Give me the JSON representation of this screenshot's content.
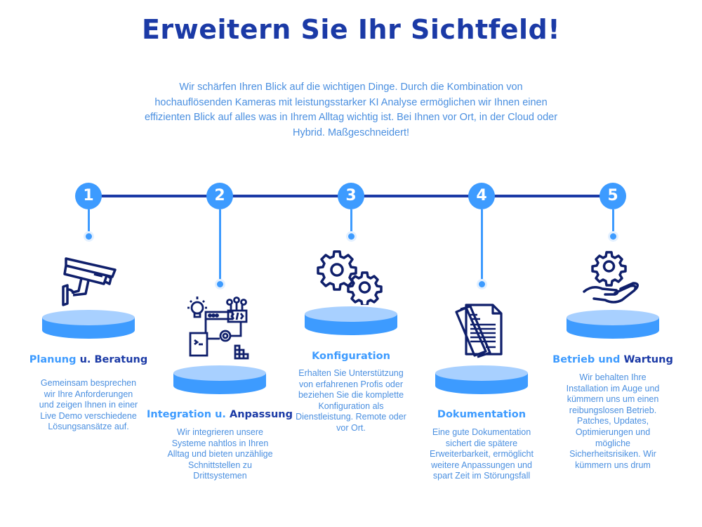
{
  "title": "Erweitern Sie Ihr Sichtfeld!",
  "intro": "Wir schärfen Ihren Blick auf die wichtigen Dinge. Durch die Kombination von hochauflösenden Kameras mit leistungsstarker KI Analyse ermöglichen wir Ihnen einen effizienten Blick auf alles was in Ihrem Alltag wichtig ist. Bei Ihnen vor Ort, in der Cloud oder Hybrid. Maßgeschneidert!",
  "colors": {
    "navy": "#1b3aa6",
    "accent": "#3d9bff",
    "text": "#4a8fe0",
    "icon": "#0f1f6b"
  },
  "steps": [
    {
      "number": "1",
      "icon": "security-camera-icon",
      "head_light": "Planung",
      "head_dark": "u. Beratung",
      "desc": "Gemeinsam besprechen wir Ihre Anforderungen und zeigen Ihnen in einer Live Demo verschiedene Lösungsansätze auf."
    },
    {
      "number": "2",
      "icon": "integration-icon",
      "head_light": "Integration u.",
      "head_dark": "Anpassung",
      "desc": "Wir integrieren unsere Systeme nahtlos in Ihren Alltag und bieten unzählige Schnittstellen zu Drittsystemen"
    },
    {
      "number": "3",
      "icon": "gears-icon",
      "head_light": "Konfiguration",
      "head_dark": "",
      "desc": "Erhalten Sie Unterstützung von erfahrenen Profis oder beziehen Sie die komplette Konfiguration als Dienstleistung. Remote oder vor Ort."
    },
    {
      "number": "4",
      "icon": "documents-icon",
      "head_light": "Dokumentation",
      "head_dark": "",
      "desc": "Eine gute Dokumentation sichert die spätere Erweiterbarkeit, ermöglicht weitere Anpassungen und spart Zeit im Störungsfall"
    },
    {
      "number": "5",
      "icon": "hand-gear-icon",
      "head_light": "Betrieb und",
      "head_dark": "Wartung",
      "desc": "Wir behalten Ihre Installation im Auge und kümmern uns um einen reibungslosen Betrieb. Patches, Updates, Optimierungen und mögliche Sicherheitsrisiken. Wir kümmern uns drum"
    }
  ]
}
